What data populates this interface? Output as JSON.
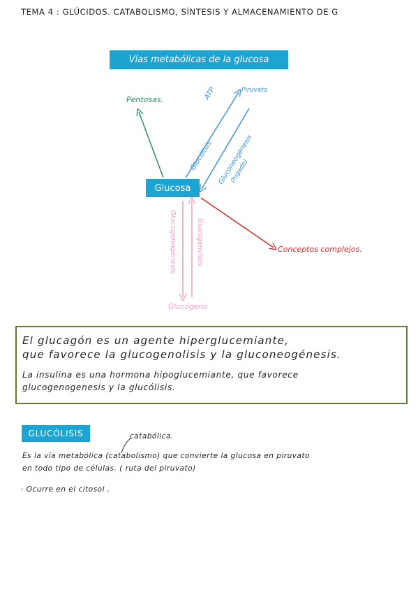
{
  "title": "TEMA 4 : GLÚCIDOS. CATABOLISMO, SÍNTESIS Y ALMACENAMIENTO DE G",
  "diagram": {
    "banner": "Vías metabólicas de la glucosa",
    "center": "Glucosa",
    "pentosas": "Pentosas.",
    "atp": "ATP",
    "piruvato": "Piruvato",
    "glucolisis": "Glucólisis",
    "gluconeogenesis": "Gluconeogénesis",
    "higado": "(hígado)",
    "glucogenogenesis": "Glucogenogénesis",
    "glucogenolisis": "Glucogenolisis",
    "glucogeno": "Glucógeno",
    "complejos": "Conceptos complejos.",
    "colors": {
      "banner": "#1ea4d2",
      "pentosas": "#2e8b62",
      "glucolisis": "#3b8fd9",
      "glucogeno": "#f29ac4",
      "complejos": "#d42a2a"
    }
  },
  "box": {
    "line1": "El glucagón es un agente hiperglucemiante,",
    "line2": "que favorece la glucogenolisis y la gluconeogénesis.",
    "line3": "La insulina es una hormona hipoglucemiante, que favorece",
    "line4": "glucogenogenesis y la glucólisis.",
    "border_color": "#5f7a2a"
  },
  "glucolisis": {
    "heading": "GLUCÓLISIS",
    "note": "catabólica.",
    "line1": "Es la vía metabólica (catabolismo) que convierte la glucosa en piruvato",
    "line2": "en todo tipo de células. ( ruta del piruvato)",
    "line3": "· Ocurre en el citosol ."
  }
}
